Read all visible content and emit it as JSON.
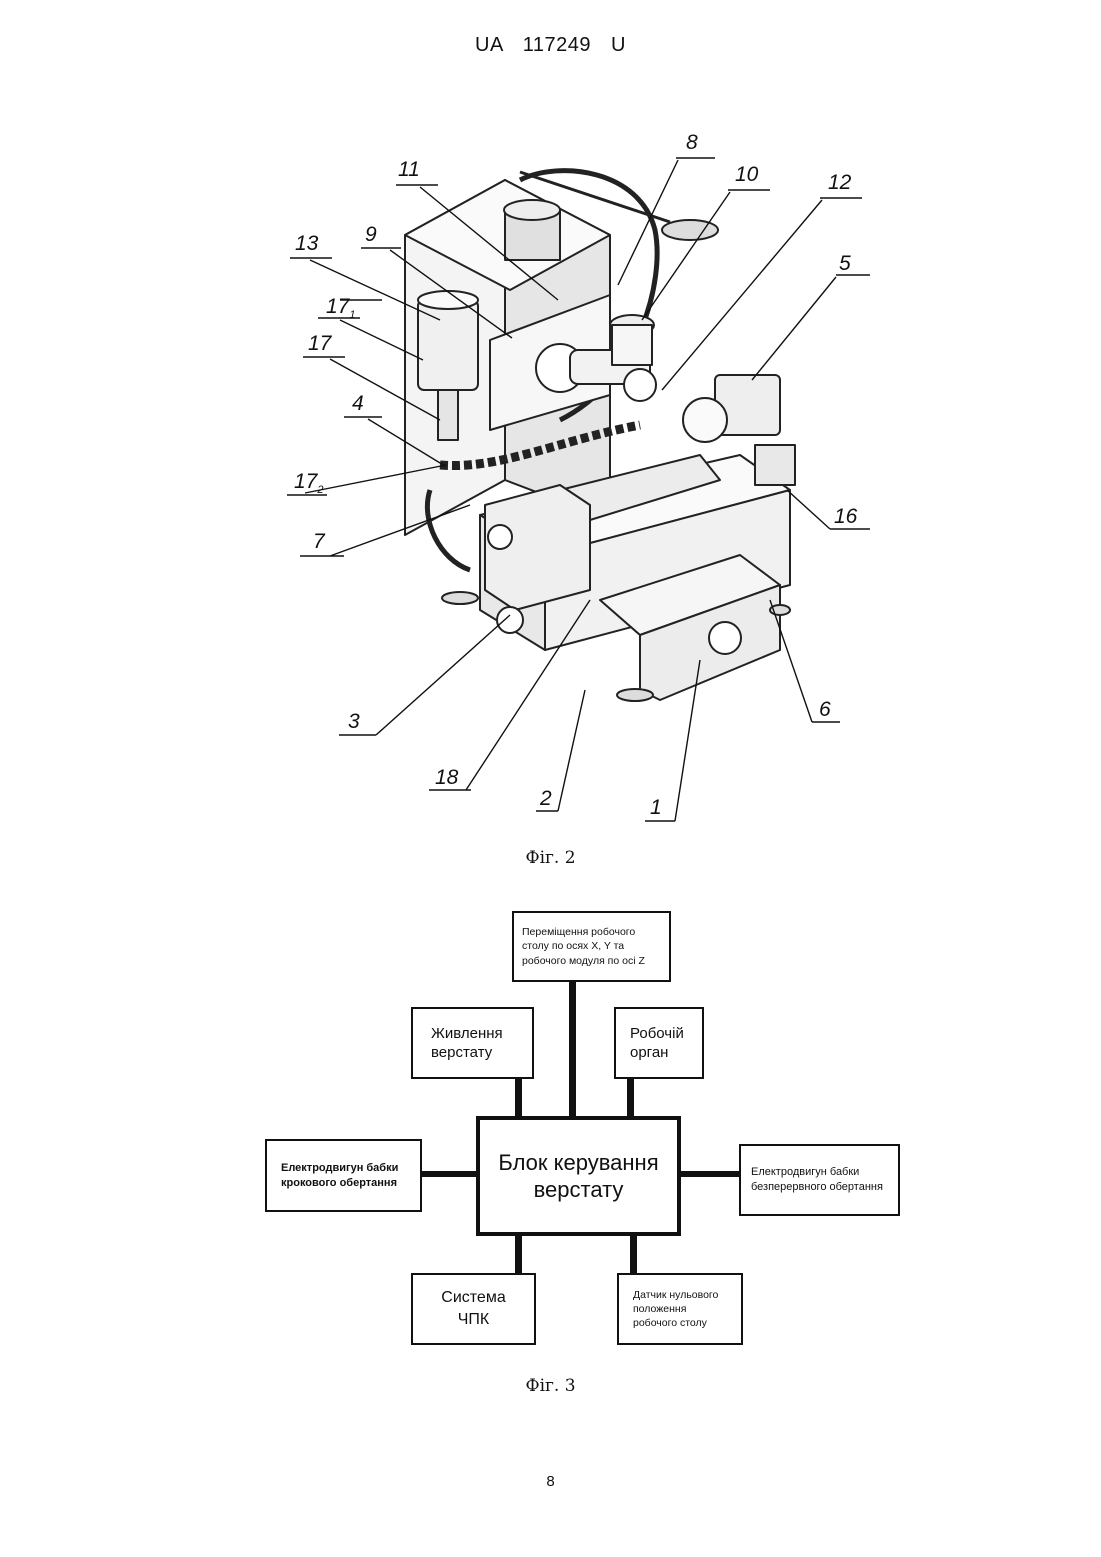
{
  "header": {
    "doc_id": "UA   117249   U"
  },
  "figure2": {
    "caption": "Фіг. 2",
    "callouts": {
      "c1": "1",
      "c2": "2",
      "c3": "3",
      "c4": "4",
      "c5": "5",
      "c6": "6",
      "c7": "7",
      "c8": "8",
      "c9": "9",
      "c10": "10",
      "c11": "11",
      "c12": "12",
      "c13": "13",
      "c16": "16",
      "c17": "17",
      "c17_1_main": "17",
      "c17_1_sub": "1",
      "c17_2_main": "17",
      "c17_2_sub": "2",
      "c18": "18"
    }
  },
  "figure3": {
    "caption": "Фіг. 3",
    "center": "Блок керування верстату",
    "top": "Переміщення робочого столу по осях X, Y та робочого модуля по осі Z",
    "power": "Живлення верстату",
    "working_organ": "Робочій орган",
    "left_motor": "Електродвигун бабки крокового обертання",
    "right_motor": "Електродвигун бабки безперервного обертання",
    "cnc": "Система ЧПК",
    "sensor": "Датчик нульового положення робочого столу"
  },
  "page_number": "8"
}
